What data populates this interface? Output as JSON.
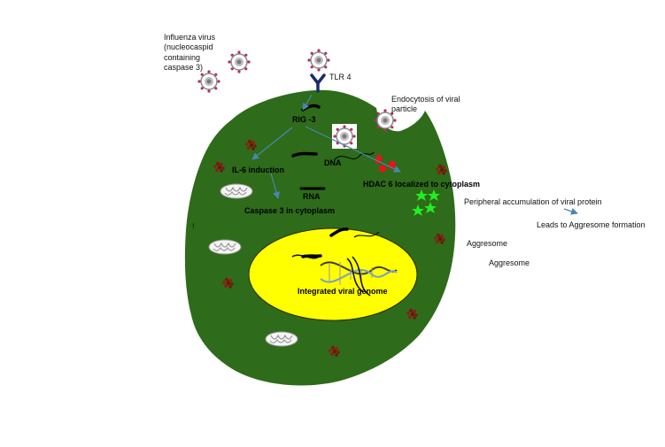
{
  "labels": {
    "influenza": "Influenza virus\n(nucleocaspid\ncontaining\ncaspase 3)",
    "tlr4": "TLR 4",
    "endocytosis": "Endocytosis of viral\nparticle",
    "rig": "RIG -3",
    "dna": "DNA",
    "il6": "IL-6 induction",
    "hdac": "HDAC 6 localized to cytoplasm",
    "rna": "RNA",
    "caspase": "Caspase 3 in cytoplasm",
    "peripheral": "Peripheral accumulation of viral protein",
    "leads": "Leads to  Aggresome formation",
    "aggresome1": "Aggresome",
    "aggresome2": "Aggresome",
    "stray_mark": "!",
    "genome": "Integrated viral genome"
  },
  "colors": {
    "cytoplasm": "#2e6b1a",
    "nucleus": "#ffff00",
    "receptor": "#1e2a6e",
    "arrow": "#4a86b4",
    "hdac_red": "#e8141b",
    "star_green": "#22ee22",
    "aggregate": "#7a1a10"
  }
}
